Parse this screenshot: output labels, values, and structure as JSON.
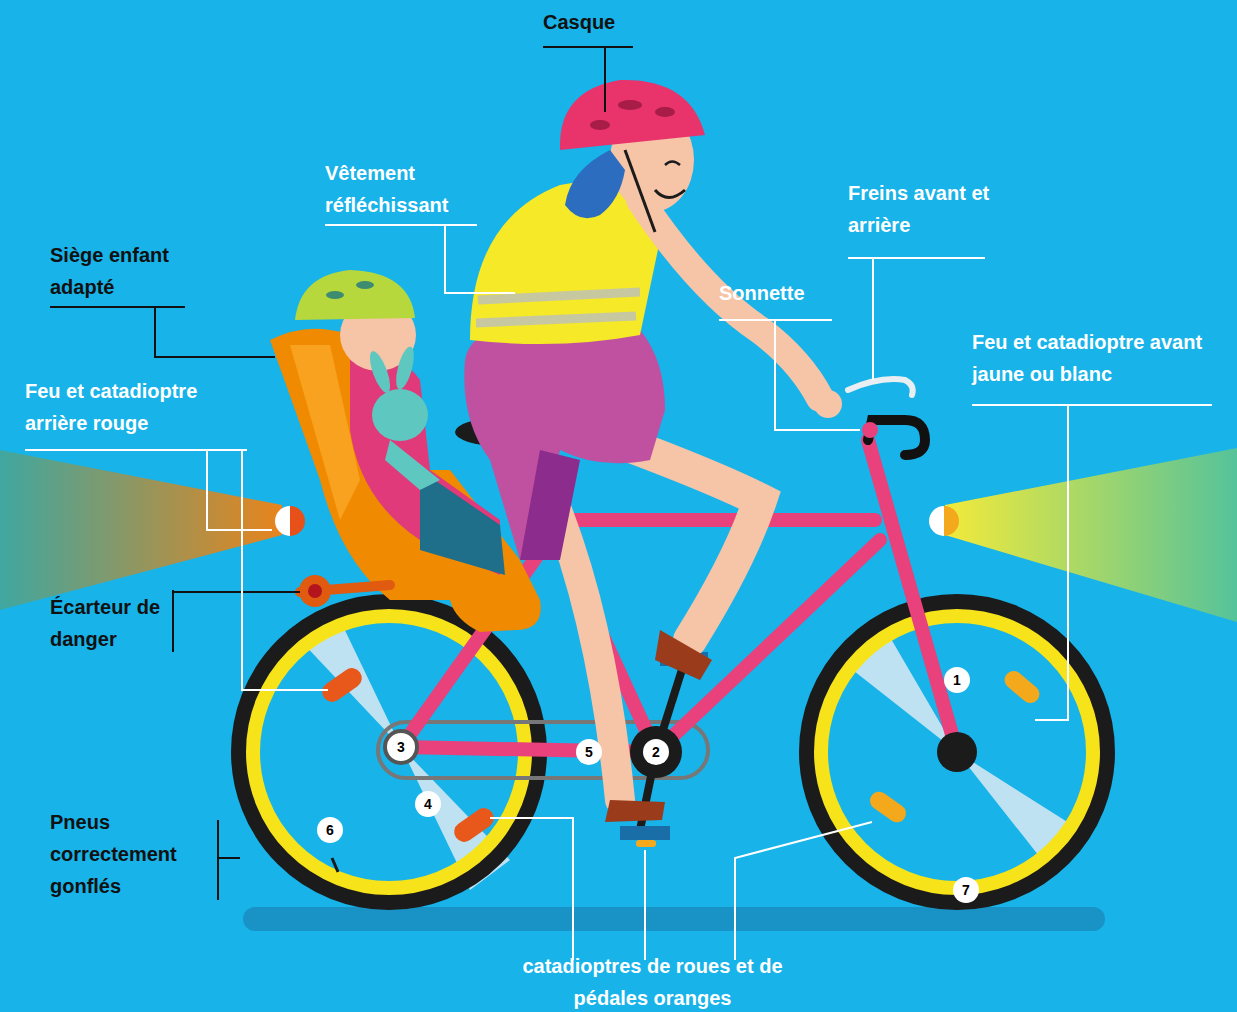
{
  "diagram": {
    "nodes": [
      {
        "text": [
          "1"
        ]
      },
      {
        "text": [
          "2"
        ]
      },
      {
        "text": [
          "3"
        ]
      },
      {
        "text": [
          "4"
        ]
      },
      {
        "text": [
          "5"
        ]
      },
      {
        "text": [
          "6"
        ]
      },
      {
        "text": [
          "7"
        ]
      }
    ],
    "labels": [
      "Casque",
      "Vêtement réfléchissant",
      "Freins avant et arrière",
      "Siège enfant adapté",
      "Sonnette",
      "Feu et catadioptre avant jaune ou blanc",
      "Feu et catadioptre arrière rouge",
      "Écarteur de danger",
      "Pneus correctement gonflés",
      "catadioptres de roues et de pédales oranges"
    ]
  }
}
